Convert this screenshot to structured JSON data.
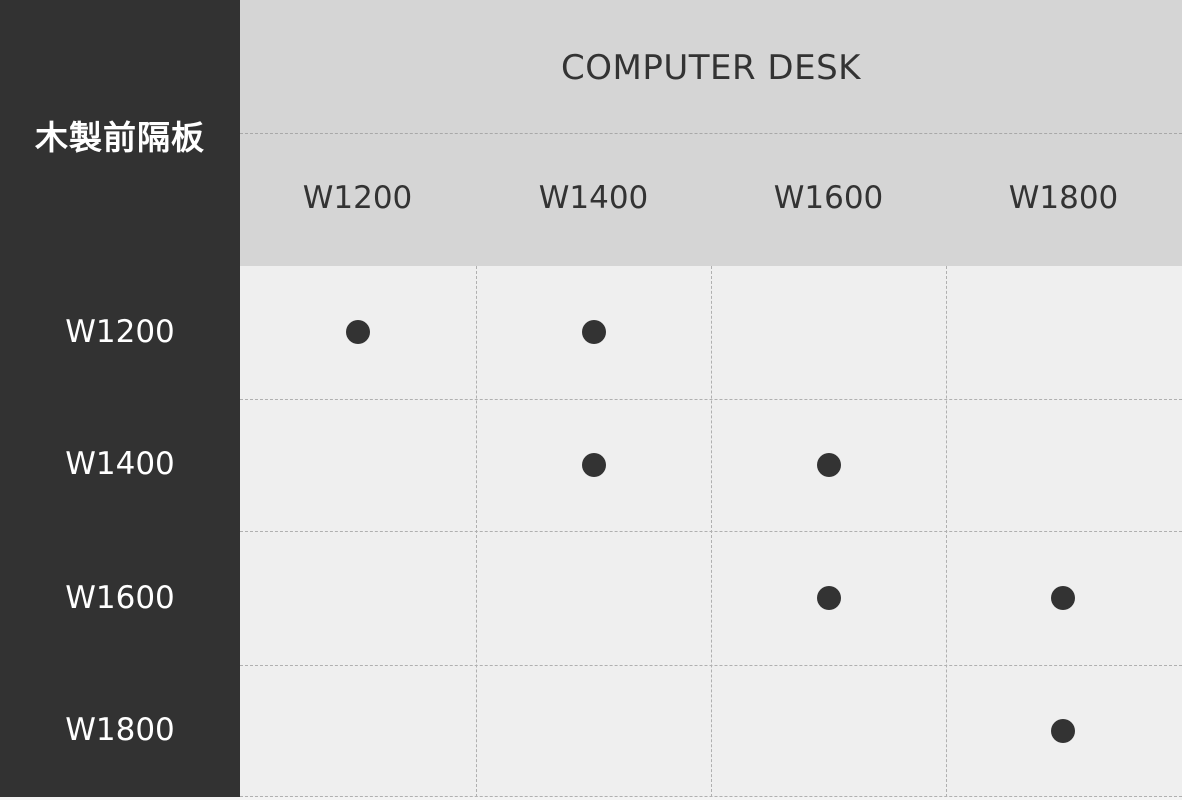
{
  "side": {
    "title": "木製前隔板"
  },
  "header": {
    "title": "COMPUTER DESK"
  },
  "columns": [
    "W1200",
    "W1400",
    "W1600",
    "W1800"
  ],
  "rows": [
    {
      "label": "W1200",
      "marks": [
        true,
        true,
        false,
        false
      ]
    },
    {
      "label": "W1400",
      "marks": [
        false,
        true,
        true,
        false
      ]
    },
    {
      "label": "W1600",
      "marks": [
        false,
        false,
        true,
        true
      ]
    },
    {
      "label": "W1800",
      "marks": [
        false,
        false,
        false,
        true
      ]
    }
  ],
  "colors": {
    "side_bg": "#323232",
    "header_bg": "#d5d5d5",
    "grid_bg": "#efefef",
    "dot": "#333333"
  },
  "icons": {
    "mark": "filled-circle-icon"
  }
}
